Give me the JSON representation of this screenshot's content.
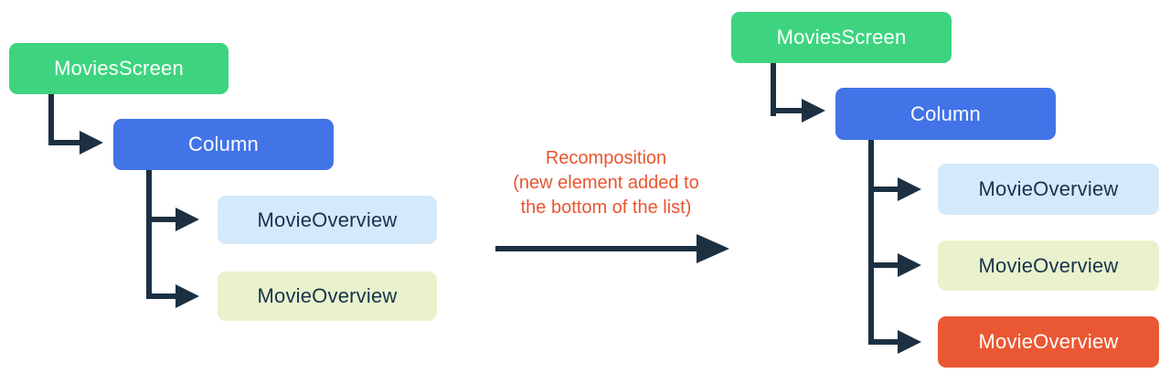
{
  "colors": {
    "green": "#3ed47f",
    "blue": "#4274e8",
    "light_blue": "#d4eafb",
    "pale_yellow": "#e9f2cc",
    "orange": "#ea5833",
    "connector": "#1c3042",
    "text_light": "#ffffff",
    "text_dark": "#17334d",
    "annotation_orange": "#e8552f"
  },
  "before_tree": {
    "root_label": "MoviesScreen",
    "column_label": "Column",
    "children": [
      {
        "label": "MovieOverview"
      },
      {
        "label": "MovieOverview"
      }
    ]
  },
  "after_tree": {
    "root_label": "MoviesScreen",
    "column_label": "Column",
    "children": [
      {
        "label": "MovieOverview"
      },
      {
        "label": "MovieOverview"
      },
      {
        "label": "MovieOverview"
      }
    ]
  },
  "annotation": {
    "line1": "Recomposition",
    "line2": "(new element added to",
    "line3": "the bottom of the list)"
  }
}
